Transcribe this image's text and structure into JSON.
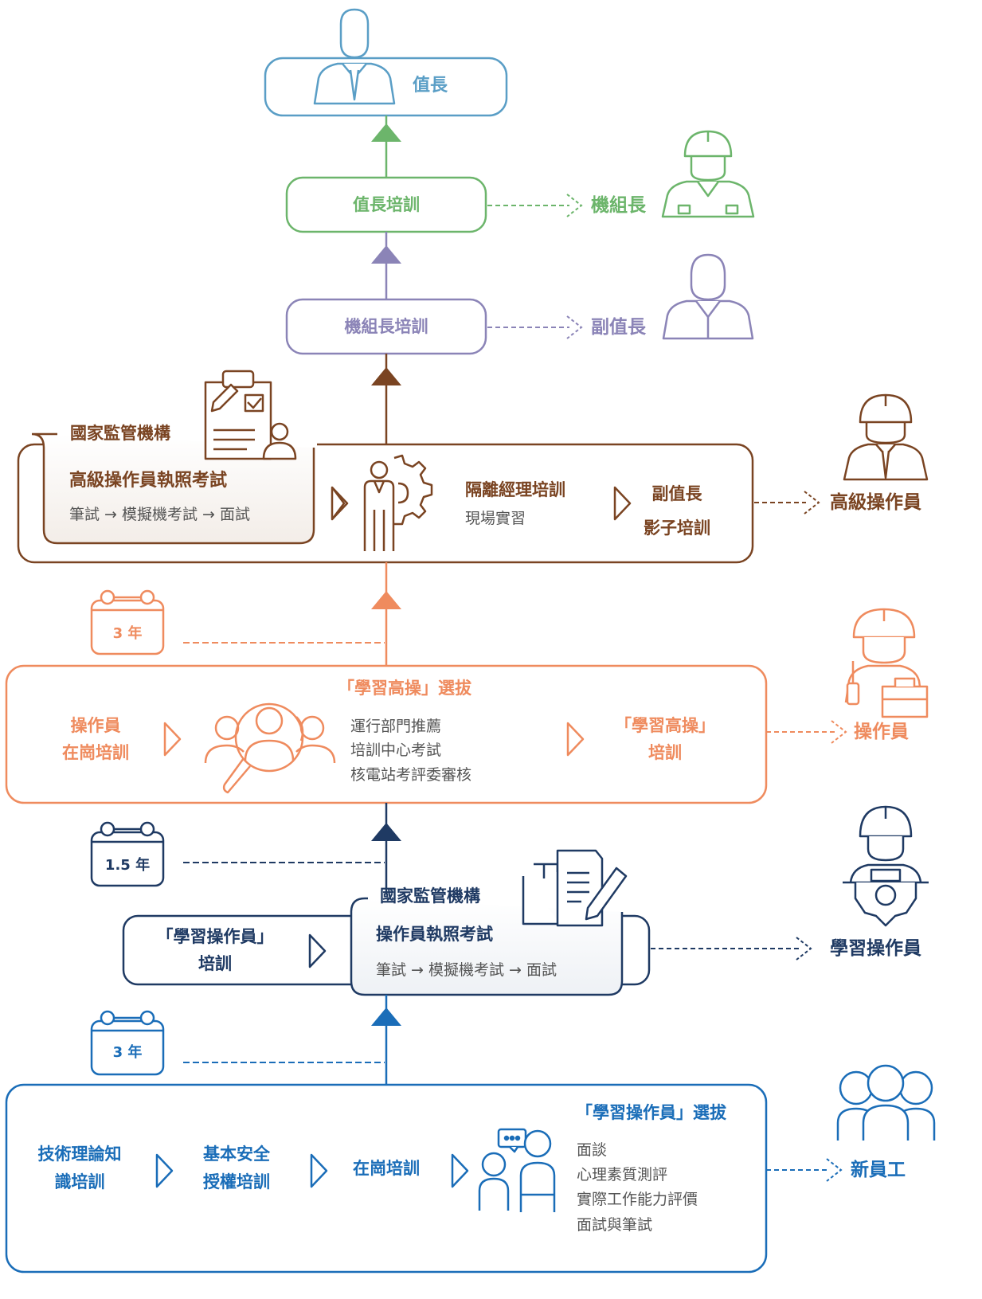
{
  "colors": {
    "chief": "#5a9ec6",
    "green": "#6cb56b",
    "purple": "#8b84b7",
    "brown": "#7a4422",
    "orange": "#ef8b5e",
    "navy": "#1f3a63",
    "blue": "#1a6db8",
    "text": "#555555"
  },
  "chief": {
    "label": "值長"
  },
  "shift_leader_training": {
    "label": "值長培訓",
    "result": "機組長"
  },
  "unit_leader_training": {
    "label": "機組長培訓",
    "result": "副值長"
  },
  "senior_stage": {
    "regulator": "國家監管機構",
    "exam_title": "高級操作員執照考試",
    "exam_steps": "筆試 → 模擬機考試 → 面試",
    "isolation_title": "隔離經理培訓",
    "isolation_sub": "現場實習",
    "shadow_line1": "副值長",
    "shadow_line2": "影子培訓",
    "result": "高級操作員"
  },
  "duration_senior": "3 年",
  "operator_stage": {
    "left_line1": "操作員",
    "left_line2": "在崗培訓",
    "selection_title": "「學習高操」選拔",
    "selection_items": [
      "運行部門推薦",
      "培訓中心考試",
      "核電站考評委審核"
    ],
    "right_line1": "「學習高操」",
    "right_line2": "培訓",
    "result": "操作員"
  },
  "duration_operator": "1.5 年",
  "trainee_stage": {
    "left_line1": "「學習操作員」",
    "left_line2": "培訓",
    "regulator": "國家監管機構",
    "exam_title": "操作員執照考試",
    "exam_steps": "筆試 → 模擬機考試 → 面試",
    "result": "學習操作員"
  },
  "duration_trainee": "3 年",
  "new_stage": {
    "step1_line1": "技術理論知",
    "step1_line2": "識培訓",
    "step2_line1": "基本安全",
    "step2_line2": "授權培訓",
    "step3": "在崗培訓",
    "selection_title": "「學習操作員」選拔",
    "selection_items": [
      "面談",
      "心理素質測評",
      "實際工作能力評價",
      "面試與筆試"
    ],
    "result": "新員工"
  }
}
